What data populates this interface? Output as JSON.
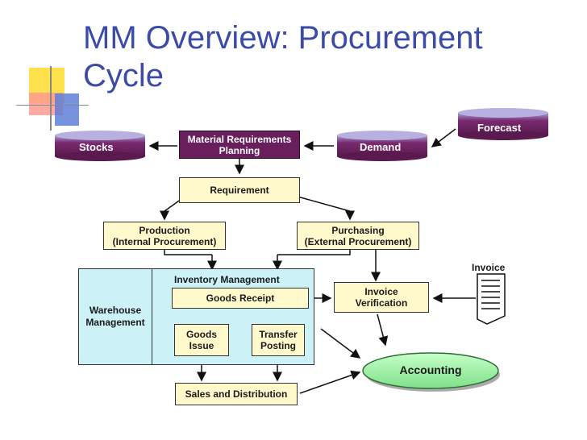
{
  "title": "MM Overview: Procurement Cycle",
  "nodes": {
    "forecast": "Forecast",
    "stocks": "Stocks",
    "demand": "Demand",
    "mrp": "Material Requirements Planning",
    "requirement": "Requirement",
    "production": "Production\n(Internal Procurement)",
    "purchasing": "Purchasing\n(External Procurement)",
    "invoice": "Invoice",
    "inventory_management": "Inventory Management",
    "warehouse_management": "Warehouse Management",
    "goods_receipt": "Goods Receipt",
    "invoice_verification": "Invoice Verification",
    "goods_issue": "Goods Issue",
    "transfer_posting": "Transfer Posting",
    "accounting": "Accounting",
    "sales_distribution": "Sales and Distribution"
  },
  "colors": {
    "title": "#3b4ba8",
    "cylinder": "#7a2a6e",
    "mrp_box": "#6a1f5d",
    "yellow_box": "#fff9cc",
    "cyan_panel": "#ccf2f7",
    "accounting": "#99f0a0"
  }
}
